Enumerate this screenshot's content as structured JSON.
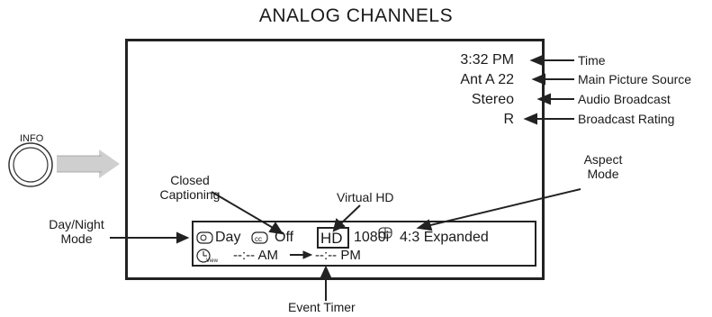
{
  "title": "ANALOG CHANNELS",
  "info_button": {
    "label": "INFO"
  },
  "screen": {
    "values": {
      "time": "3:32 PM",
      "source": "Ant A 22",
      "audio": "Stereo",
      "rating": "R"
    },
    "bar": {
      "day": "Day",
      "cc_state": "Off",
      "hd": "HD",
      "resolution": "1080i",
      "aspect": "4:3 Expanded",
      "timer_start": "--:-- AM",
      "timer_end": "--:-- PM",
      "view_label": "View"
    }
  },
  "callouts": {
    "time": "Time",
    "source": "Main Picture Source",
    "audio": "Audio Broadcast",
    "rating": "Broadcast Rating",
    "aspect": [
      "Aspect",
      "Mode"
    ],
    "closed_captioning": [
      "Closed",
      "Captioning"
    ],
    "virtual_hd": "Virtual HD",
    "day_night": [
      "Day/Night",
      "Mode"
    ],
    "event_timer": "Event Timer"
  }
}
